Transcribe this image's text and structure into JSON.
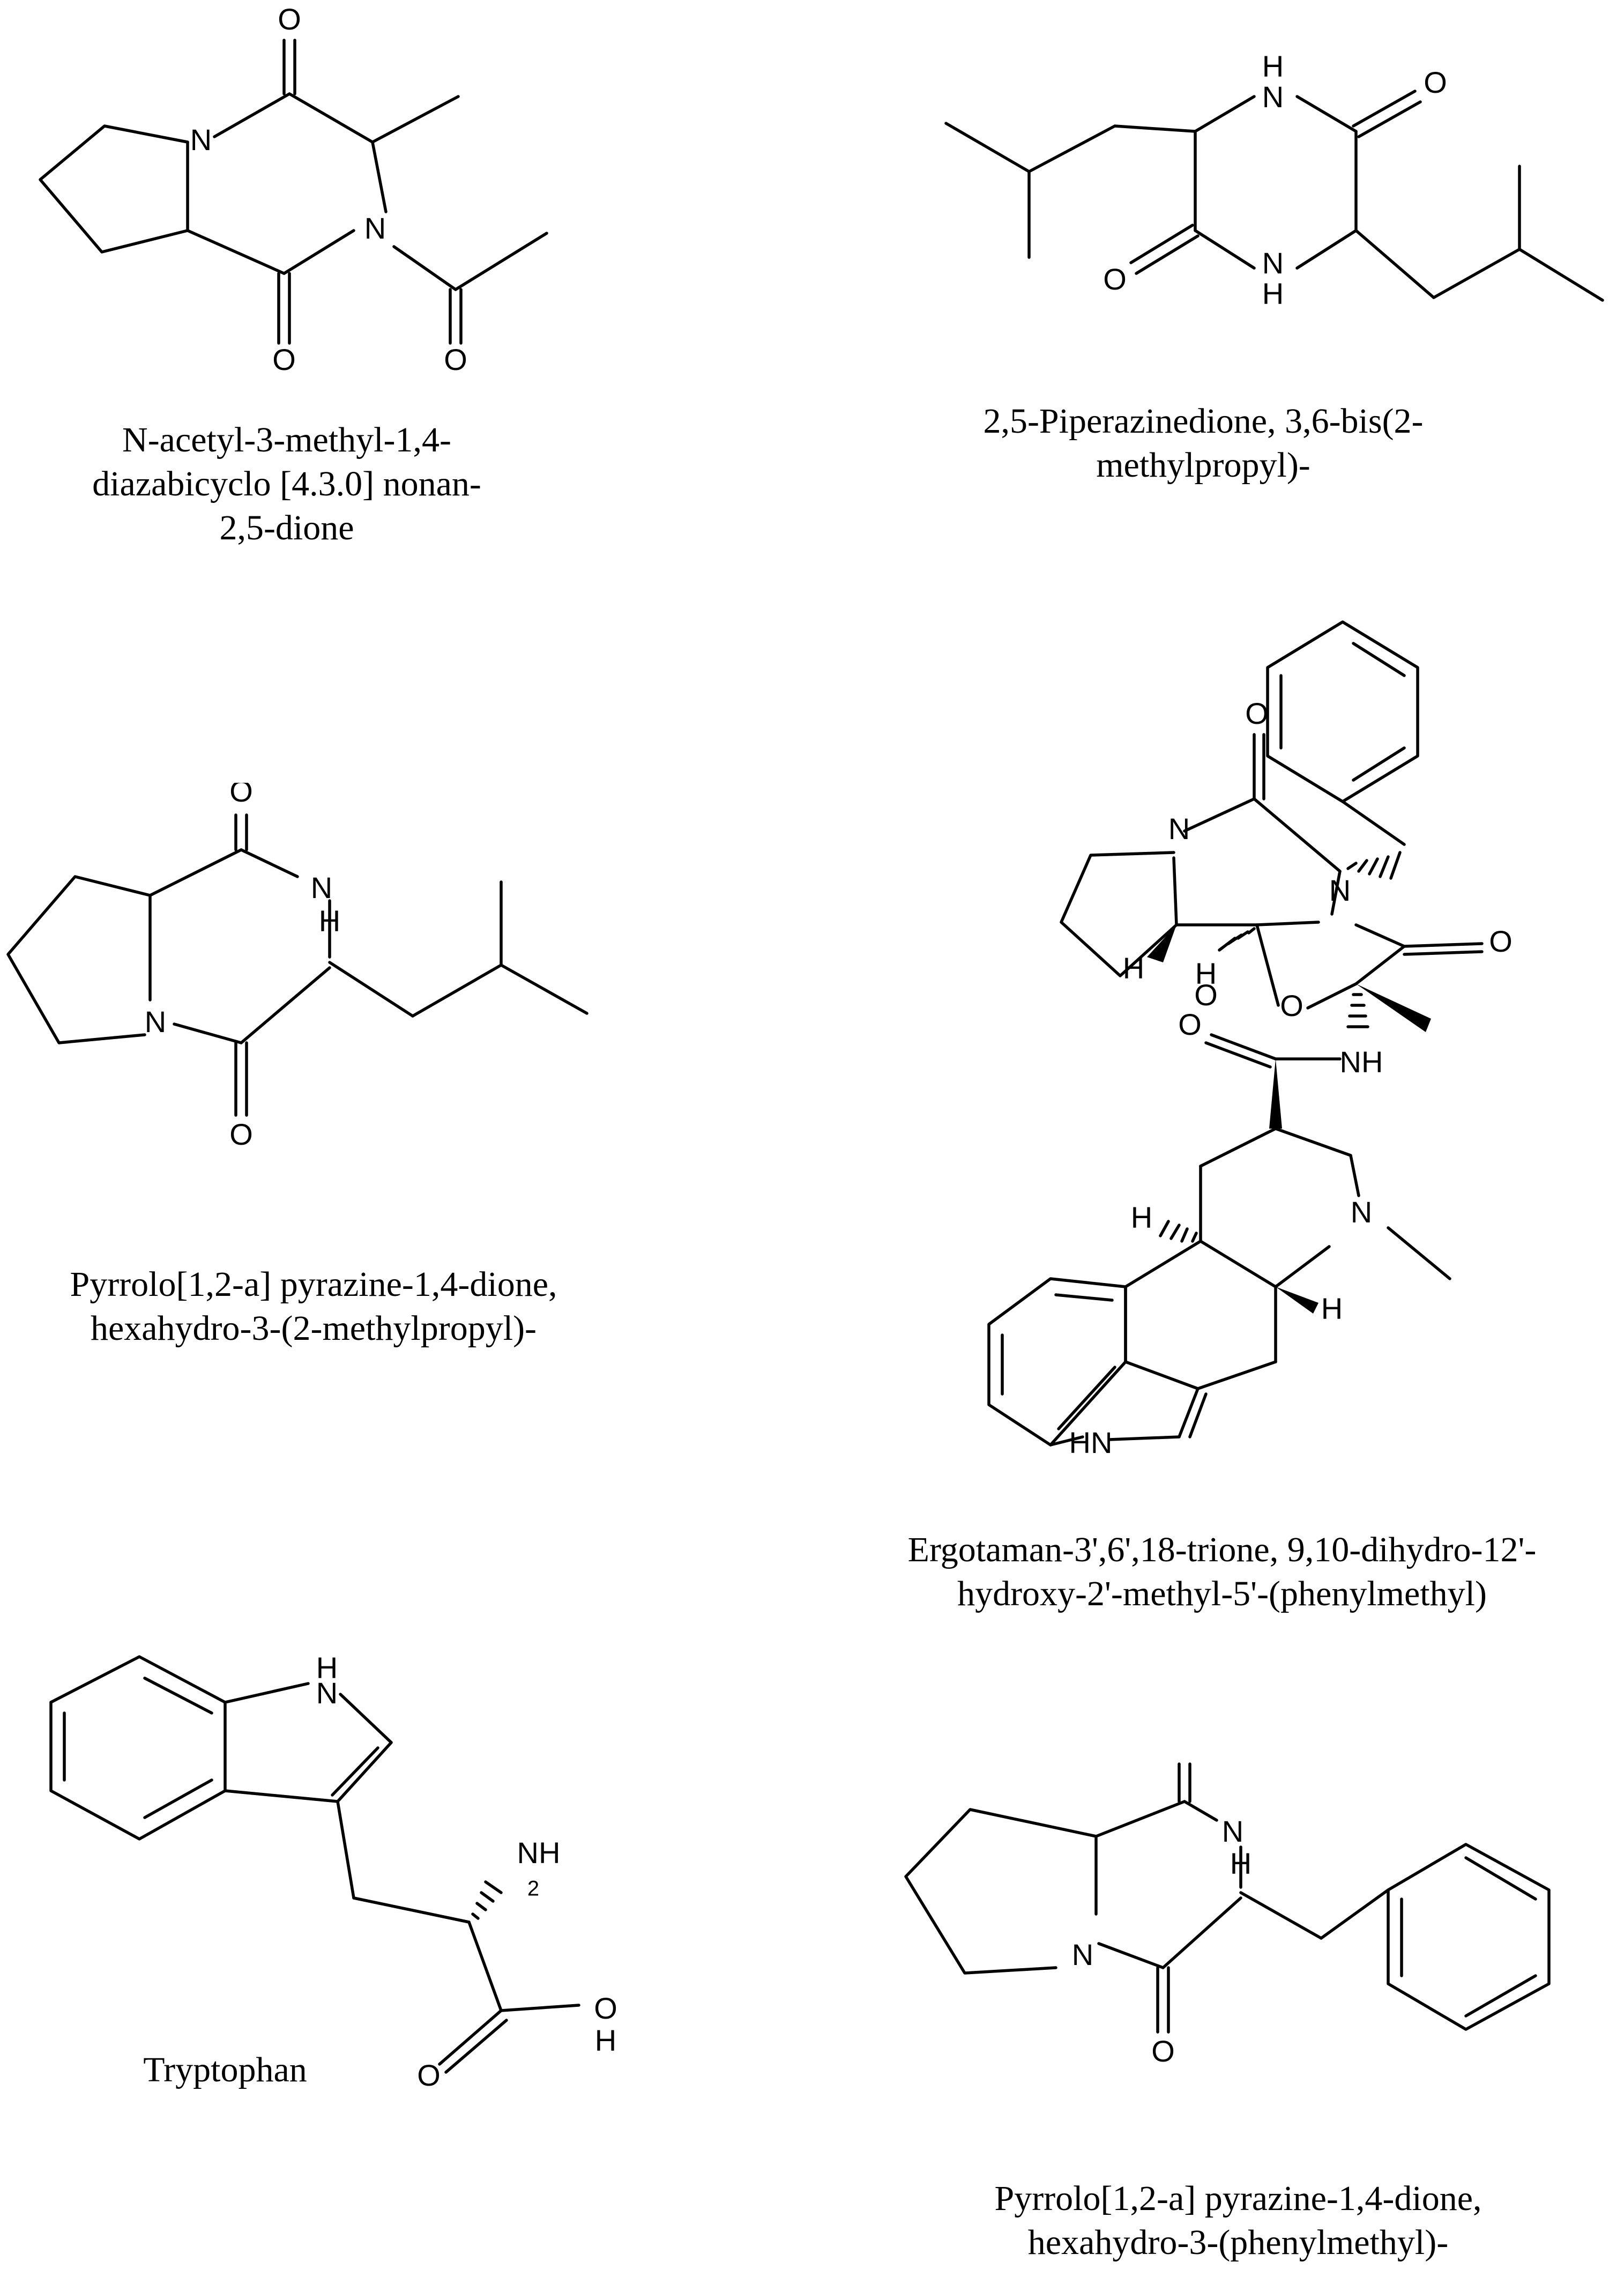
{
  "atoms": {
    "O": "O",
    "N": "N",
    "H": "H",
    "NH": "NH",
    "HN": "HN",
    "NH2_N": "NH",
    "sub2": "2"
  },
  "captions": {
    "c1": "N-acetyl-3-methyl-1,4-\ndiazabicyclo [4.3.0] nonan-\n2,5-dione",
    "c2": "2,5-Piperazinedione, 3,6-bis(2-\nmethylpropyl)-",
    "c3": "Pyrrolo[1,2-a] pyrazine-1,4-dione,\nhexahydro-3-(2-methylpropyl)-",
    "c4": "Ergotaman-3',6',18-trione, 9,10-dihydro-12'-\nhydroxy-2'-methyl-5'-(phenylmethyl)",
    "c5": "Tryptophan",
    "c6": "Pyrrolo[1,2-a] pyrazine-1,4-dione,\nhexahydro-3-(phenylmethyl)-"
  }
}
